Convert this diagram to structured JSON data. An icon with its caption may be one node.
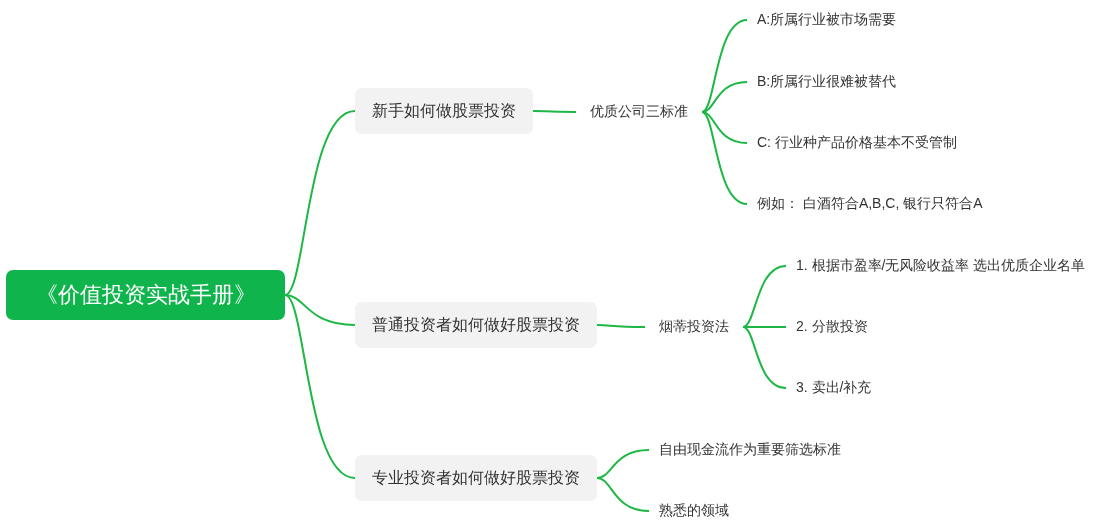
{
  "diagram": {
    "nodes": [
      {
        "text": [
          "《价值投资实战手册》"
        ]
      },
      {
        "text": [
          "新手如何做股票投资"
        ]
      },
      {
        "text": [
          "优质公司三标准"
        ]
      },
      {
        "text": [
          "A:所属行业被市场需要"
        ]
      },
      {
        "text": [
          "B:所属行业很难被替代"
        ]
      },
      {
        "text": [
          "C: 行业种产品价格基本不受管制"
        ]
      },
      {
        "text": [
          "例如：  白酒符合A,B,C, 银行只符合A"
        ]
      },
      {
        "text": [
          "普通投资者如何做好股票投资"
        ]
      },
      {
        "text": [
          "烟蒂投资法"
        ]
      },
      {
        "text": [
          "1. 根据市盈率/无风险收益率 选出优质企业名单"
        ]
      },
      {
        "text": [
          "2. 分散投资"
        ]
      },
      {
        "text": [
          "3. 卖出/补充"
        ]
      },
      {
        "text": [
          "专业投资者如何做好股票投资"
        ]
      },
      {
        "text": [
          "自由现金流作为重要筛选标准"
        ]
      },
      {
        "text": [
          "熟悉的领域"
        ]
      }
    ],
    "edges": [
      {
        "from": 0,
        "to": 1,
        "arrow": "none"
      },
      {
        "from": 0,
        "to": 7,
        "arrow": "none"
      },
      {
        "from": 0,
        "to": 12,
        "arrow": "none"
      },
      {
        "from": 1,
        "to": 2,
        "arrow": "none"
      },
      {
        "from": 2,
        "to": 3,
        "arrow": "none"
      },
      {
        "from": 2,
        "to": 4,
        "arrow": "none"
      },
      {
        "from": 2,
        "to": 5,
        "arrow": "none"
      },
      {
        "from": 2,
        "to": 6,
        "arrow": "none"
      },
      {
        "from": 7,
        "to": 8,
        "arrow": "none"
      },
      {
        "from": 8,
        "to": 9,
        "arrow": "none"
      },
      {
        "from": 8,
        "to": 10,
        "arrow": "none"
      },
      {
        "from": 8,
        "to": 11,
        "arrow": "none"
      },
      {
        "from": 12,
        "to": 13,
        "arrow": "none"
      },
      {
        "from": 12,
        "to": 14,
        "arrow": "none"
      }
    ]
  }
}
